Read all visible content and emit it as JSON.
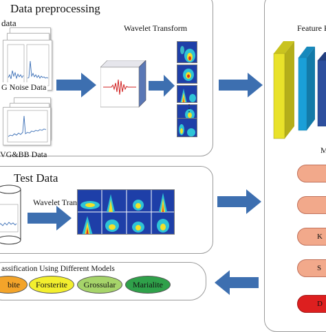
{
  "preprocessing": {
    "title": "Data preprocessing",
    "raw_data_label": "data",
    "noise_label": "G Noise Data",
    "wgbb_label": "VG&BB Data",
    "wavelet_label": "Wavelet Transform"
  },
  "test": {
    "title": "Test Data",
    "wavelet_label": "Wavelet Transform"
  },
  "classification": {
    "title": "assification Using Different Models",
    "classes": [
      {
        "label": "bite",
        "color": "#f3a42a"
      },
      {
        "label": "Forsterite",
        "color": "#f3ef2e"
      },
      {
        "label": "Grossular",
        "color": "#a6d46a"
      },
      {
        "label": "Marialite",
        "color": "#2fa14a"
      }
    ]
  },
  "feature": {
    "title": "Feature E",
    "models_label": "M",
    "layer_colors": [
      "#e9e22a",
      "#1a9fd8",
      "#2d4f9e"
    ],
    "models": [
      {
        "label": "",
        "color": "#f2a98b"
      },
      {
        "label": "",
        "color": "#f2a98b"
      },
      {
        "label": "K",
        "color": "#f2a98b"
      },
      {
        "label": "S",
        "color": "#f2a98b"
      },
      {
        "label": "D",
        "color": "#dd1f1f"
      }
    ]
  },
  "ellipsis": "⋮",
  "colors": {
    "arrow": "#3d6fb0",
    "panel_border": "#9a9a9a",
    "scalogram_bg": "#1e3fa8"
  }
}
